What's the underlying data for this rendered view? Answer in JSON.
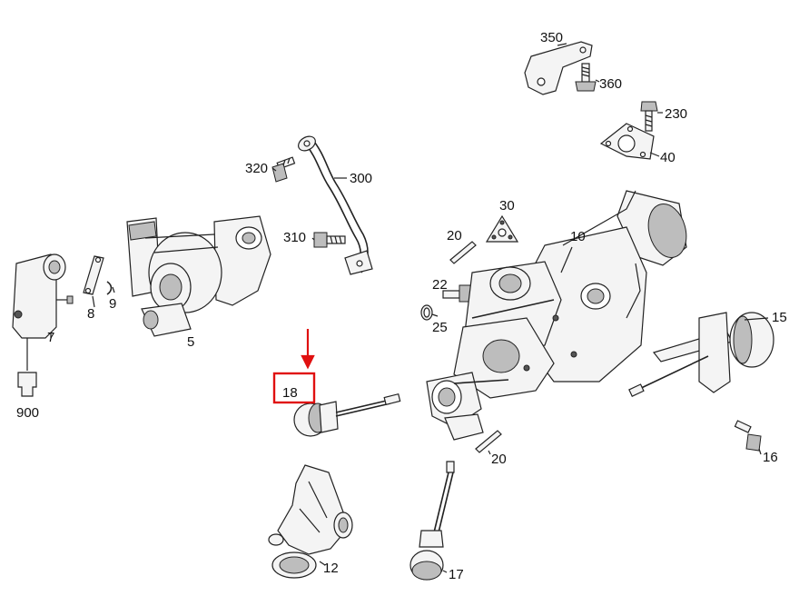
{
  "diagram": {
    "highlight": {
      "label": "18",
      "color": "#e01010"
    },
    "labels": {
      "p350": "350",
      "p360": "360",
      "p230": "230",
      "p40": "40",
      "p320": "320",
      "p300": "300",
      "p30": "30",
      "p310": "310",
      "p20a": "20",
      "p10": "10",
      "p22": "22",
      "p25": "25",
      "p15": "15",
      "p7": "7",
      "p8": "8",
      "p9": "9",
      "p5": "5",
      "p900": "900",
      "p18": "18",
      "p16": "16",
      "p20b": "20",
      "p12": "12",
      "p17": "17"
    }
  }
}
